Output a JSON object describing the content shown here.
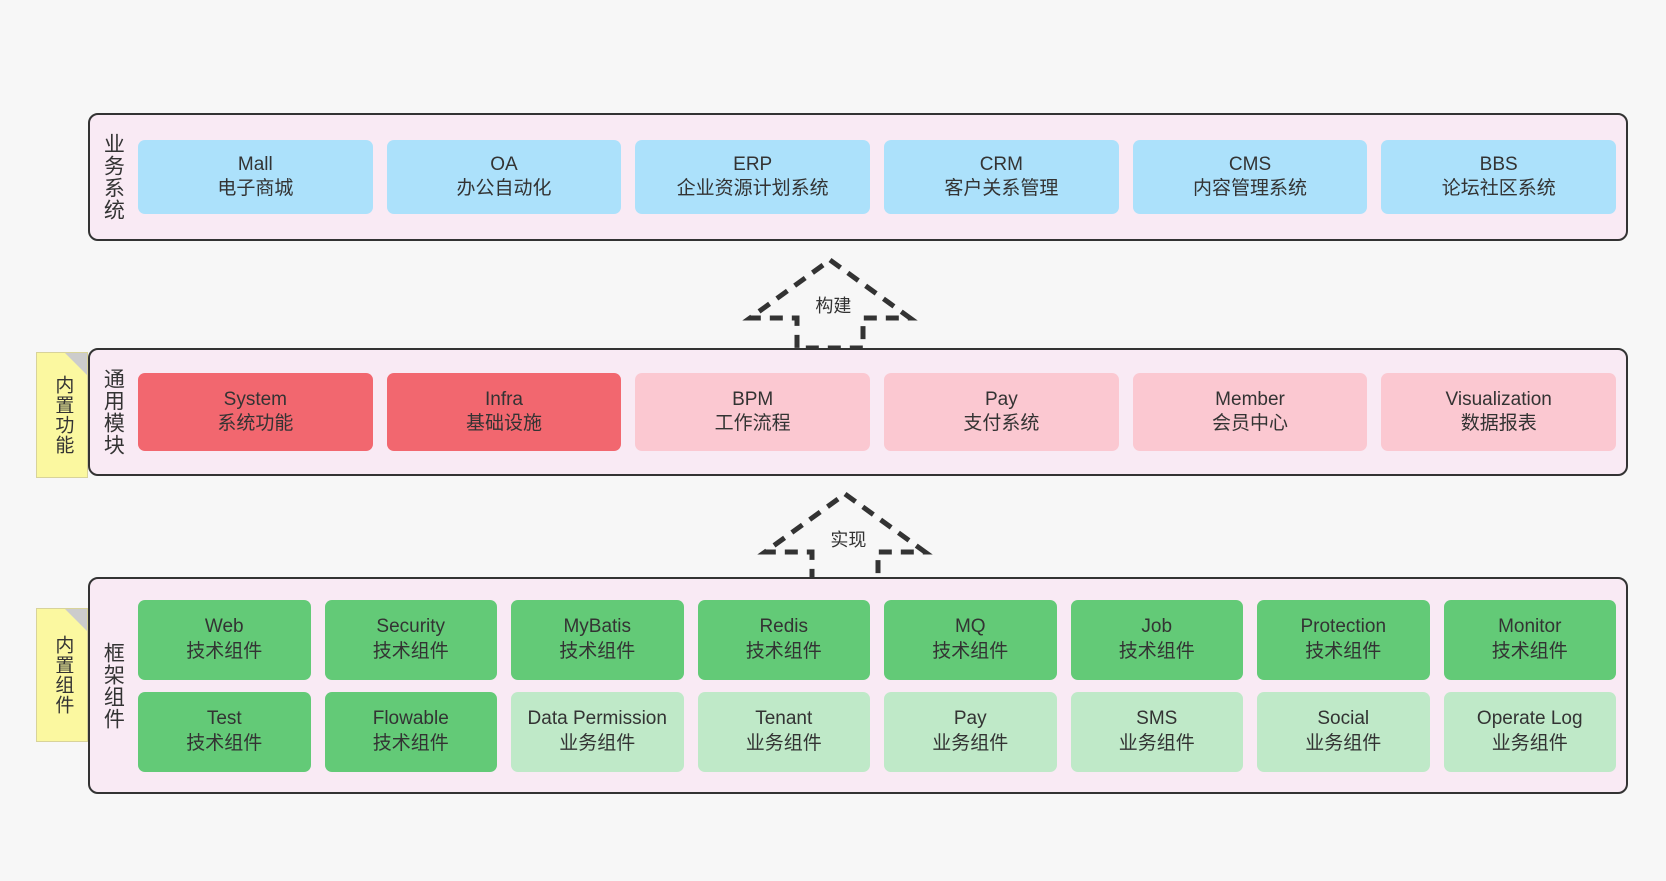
{
  "layers": [
    {
      "id": "business",
      "title": "业务系统",
      "rows": [
        {
          "cards": [
            {
              "name": "mall",
              "en": "Mall",
              "cn": "电子商城",
              "color": "#ace1fb"
            },
            {
              "name": "oa",
              "en": "OA",
              "cn": "办公自动化",
              "color": "#ace1fb"
            },
            {
              "name": "erp",
              "en": "ERP",
              "cn": "企业资源计划系统",
              "color": "#ace1fb"
            },
            {
              "name": "crm",
              "en": "CRM",
              "cn": "客户关系管理",
              "color": "#ace1fb"
            },
            {
              "name": "cms",
              "en": "CMS",
              "cn": "内容管理系统",
              "color": "#ace1fb"
            },
            {
              "name": "bbs",
              "en": "BBS",
              "cn": "论坛社区系统",
              "color": "#ace1fb"
            }
          ]
        }
      ]
    },
    {
      "id": "common",
      "title": "通用模块",
      "note": "内置功能",
      "rows": [
        {
          "cards": [
            {
              "name": "system",
              "en": "System",
              "cn": "系统功能",
              "color": "#f2676f"
            },
            {
              "name": "infra",
              "en": "Infra",
              "cn": "基础设施",
              "color": "#f2676f"
            },
            {
              "name": "bpm",
              "en": "BPM",
              "cn": "工作流程",
              "color": "#fbc8d1"
            },
            {
              "name": "pay",
              "en": "Pay",
              "cn": "支付系统",
              "color": "#fbc8d1"
            },
            {
              "name": "member",
              "en": "Member",
              "cn": "会员中心",
              "color": "#fbc8d1"
            },
            {
              "name": "visualization",
              "en": "Visualization",
              "cn": "数据报表",
              "color": "#fbc8d1"
            }
          ]
        }
      ]
    },
    {
      "id": "framework",
      "title": "框架组件",
      "note": "内置组件",
      "rows": [
        {
          "cards": [
            {
              "name": "web",
              "en": "Web",
              "cn": "技术组件",
              "color": "#63ca77"
            },
            {
              "name": "security",
              "en": "Security",
              "cn": "技术组件",
              "color": "#63ca77"
            },
            {
              "name": "mybatis",
              "en": "MyBatis",
              "cn": "技术组件",
              "color": "#63ca77"
            },
            {
              "name": "redis",
              "en": "Redis",
              "cn": "技术组件",
              "color": "#63ca77"
            },
            {
              "name": "mq",
              "en": "MQ",
              "cn": "技术组件",
              "color": "#63ca77"
            },
            {
              "name": "job",
              "en": "Job",
              "cn": "技术组件",
              "color": "#63ca77"
            },
            {
              "name": "protection",
              "en": "Protection",
              "cn": "技术组件",
              "color": "#63ca77"
            },
            {
              "name": "monitor",
              "en": "Monitor",
              "cn": "技术组件",
              "color": "#63ca77"
            }
          ]
        },
        {
          "cards": [
            {
              "name": "test",
              "en": "Test",
              "cn": "技术组件",
              "color": "#63ca77"
            },
            {
              "name": "flowable",
              "en": "Flowable",
              "cn": "技术组件",
              "color": "#63ca77"
            },
            {
              "name": "data-permission",
              "en": "Data Permission",
              "cn": "业务组件",
              "color": "#bfe9c8"
            },
            {
              "name": "tenant",
              "en": "Tenant",
              "cn": "业务组件",
              "color": "#bfe9c8"
            },
            {
              "name": "pay",
              "en": "Pay",
              "cn": "业务组件",
              "color": "#bfe9c8"
            },
            {
              "name": "sms",
              "en": "SMS",
              "cn": "业务组件",
              "color": "#bfe9c8"
            },
            {
              "name": "social",
              "en": "Social",
              "cn": "业务组件",
              "color": "#bfe9c8"
            },
            {
              "name": "operate-log",
              "en": "Operate Log",
              "cn": "业务组件",
              "color": "#bfe9c8"
            }
          ]
        }
      ]
    }
  ],
  "arrows": [
    {
      "id": "build",
      "label": "构建"
    },
    {
      "id": "impl",
      "label": "实现"
    }
  ],
  "colors": {
    "background": "#f7f7f7",
    "panel": "#f9eaf4",
    "panel_border": "#333333",
    "note": "#fbf8a0",
    "note_fold": "#cccccc",
    "blue": "#ace1fb",
    "red": "#f2676f",
    "pink": "#fbc8d1",
    "green": "#63ca77",
    "light_green": "#bfe9c8",
    "text": "#333333"
  }
}
